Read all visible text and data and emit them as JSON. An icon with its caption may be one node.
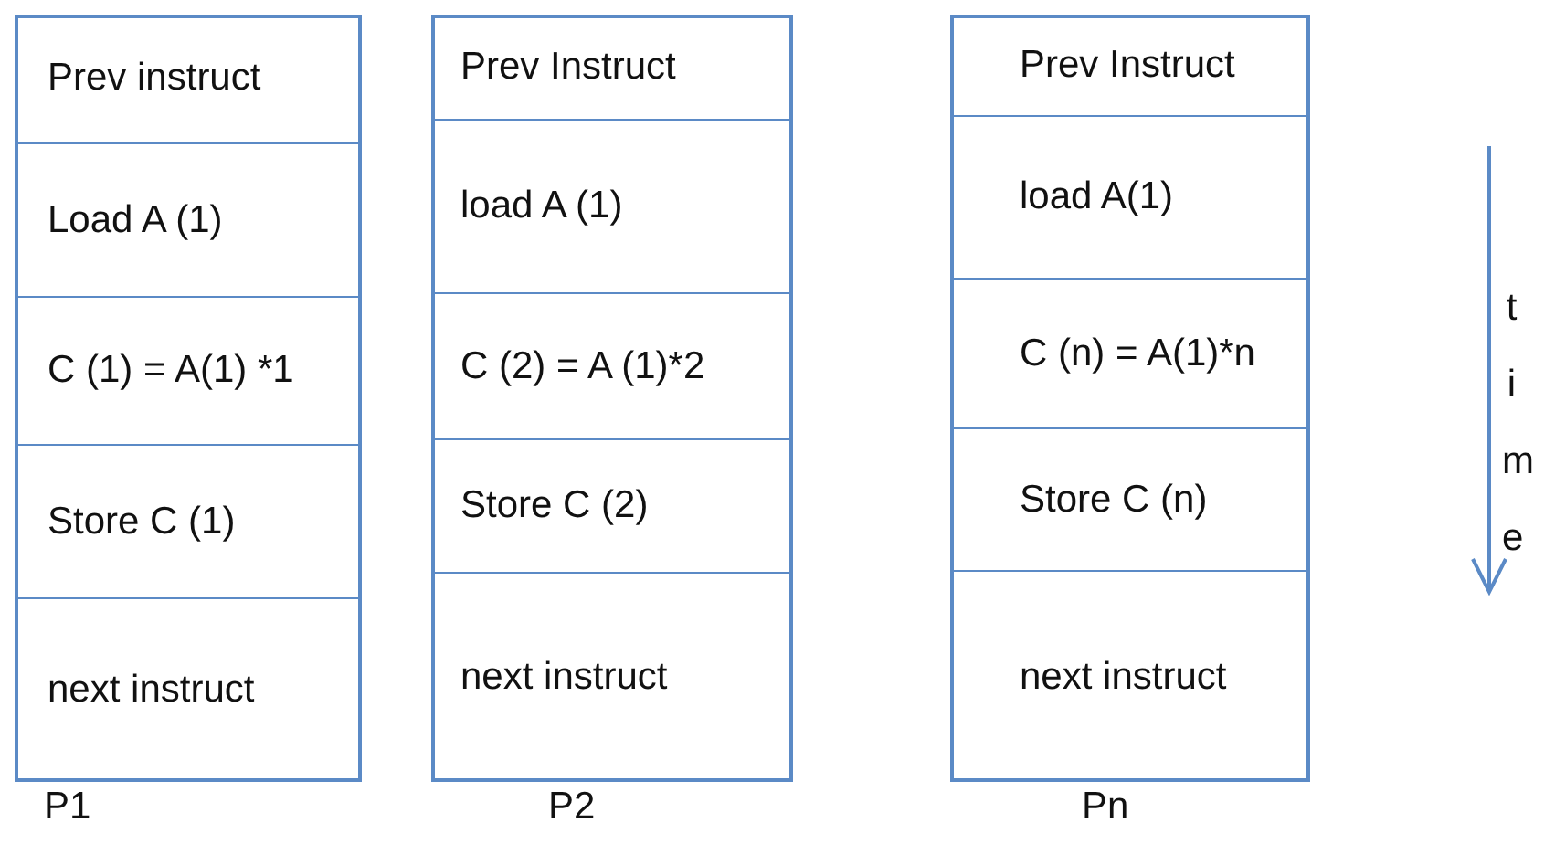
{
  "diagram": {
    "nodes": [
      {
        "text": [
          "P1"
        ]
      },
      {
        "text": [
          "Prev instruct"
        ],
        "in": 0
      },
      {
        "text": [
          "Load A (1)"
        ],
        "in": 0
      },
      {
        "text": [
          "C (1) = A(1) *1"
        ],
        "in": 0
      },
      {
        "text": [
          "Store C (1)"
        ],
        "in": 0
      },
      {
        "text": [
          "next instruct"
        ],
        "in": 0
      },
      {
        "text": [
          "P2"
        ]
      },
      {
        "text": [
          "Prev Instruct"
        ],
        "in": 6
      },
      {
        "text": [
          "load A (1)"
        ],
        "in": 6
      },
      {
        "text": [
          "C (2) = A (1)*2"
        ],
        "in": 6
      },
      {
        "text": [
          "Store C (2)"
        ],
        "in": 6
      },
      {
        "text": [
          "next instruct"
        ],
        "in": 6
      },
      {
        "text": [
          "Pn"
        ]
      },
      {
        "text": [
          "Prev Instruct"
        ],
        "in": 12
      },
      {
        "text": [
          "load A(1)"
        ],
        "in": 12
      },
      {
        "text": [
          "C (n) = A(1)*n"
        ],
        "in": 12
      },
      {
        "text": [
          "Store C (n)"
        ],
        "in": 12
      },
      {
        "text": [
          "next instruct"
        ],
        "in": 12
      }
    ],
    "edges": [],
    "labels": [
      "time"
    ]
  }
}
